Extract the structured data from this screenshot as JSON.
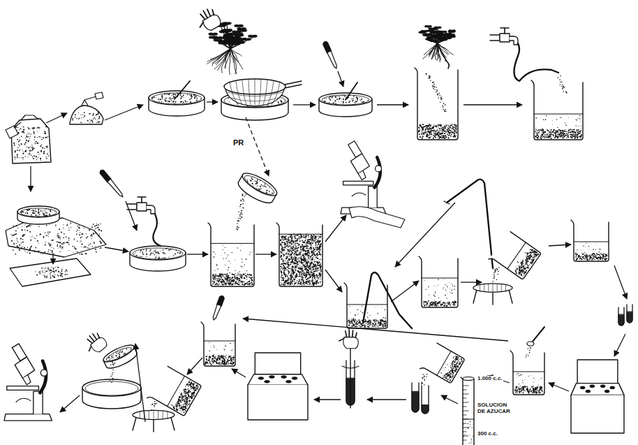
{
  "diagram": {
    "labels": [
      "PR",
      "1.000 c.c.",
      "SOLUCION DE AZUCAR",
      "300 c.c."
    ]
  }
}
